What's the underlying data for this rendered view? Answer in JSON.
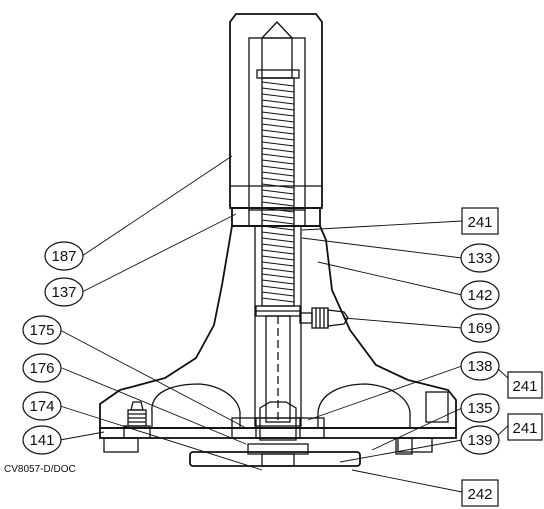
{
  "drawing_id": "CV8057-D/DOC",
  "callouts": {
    "c187": "187",
    "c137": "137",
    "c175": "175",
    "c176": "176",
    "c174": "174",
    "c141": "141",
    "c133": "133",
    "c142": "142",
    "c169": "169",
    "c138": "138",
    "c135": "135",
    "c139": "139",
    "b241_top": "241",
    "b241_mid": "241",
    "b241_low": "241",
    "b242": "242"
  }
}
